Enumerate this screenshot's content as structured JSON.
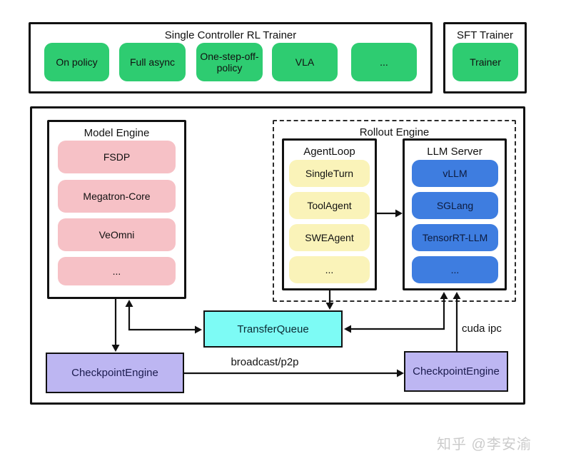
{
  "top": {
    "rl_trainer": {
      "title": "Single Controller RL Trainer",
      "items": [
        "On policy",
        "Full async",
        "One-step-off-policy",
        "VLA",
        "..."
      ]
    },
    "sft_trainer": {
      "title": "SFT Trainer",
      "item": "Trainer"
    }
  },
  "main": {
    "model_engine": {
      "title": "Model Engine",
      "items": [
        "FSDP",
        "Megatron-Core",
        "VeOmni",
        "..."
      ]
    },
    "rollout_engine": {
      "title": "Rollout Engine",
      "agent_loop": {
        "title": "AgentLoop",
        "items": [
          "SingleTurn",
          "ToolAgent",
          "SWEAgent",
          "..."
        ]
      },
      "llm_server": {
        "title": "LLM Server",
        "items": [
          "vLLM",
          "SGLang",
          "TensorRT-LLM",
          "..."
        ]
      }
    },
    "transfer_queue": "TransferQueue",
    "checkpoint_engine_left": "CheckpointEngine",
    "checkpoint_engine_right": "CheckpointEngine",
    "edge_labels": {
      "broadcast": "broadcast/p2p",
      "cuda_ipc": "cuda ipc"
    }
  },
  "watermark": "知乎 @李安渝",
  "colors": {
    "node_green": "#2ECC71",
    "node_pink": "#F6C1C6",
    "node_yellow": "#FAF3B9",
    "node_blue": "#3E7DE0",
    "transfer_queue_cyan": "#7DFBF5",
    "checkpoint_purple": "#BDB6F2",
    "border": "#111111"
  }
}
